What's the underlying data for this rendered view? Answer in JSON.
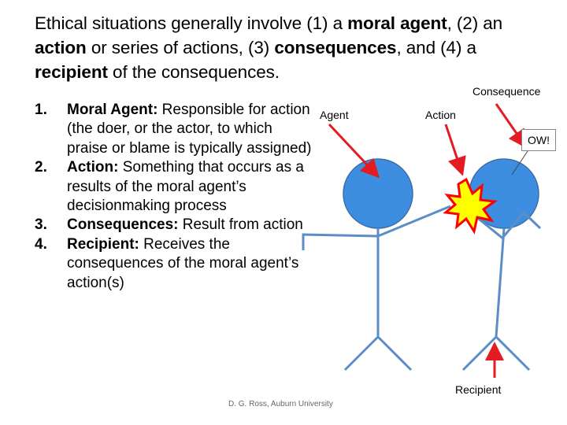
{
  "intro": {
    "t1": "Ethical situations generally involve (1) a ",
    "b1": "moral agent",
    "t2": ", (2) an ",
    "b2": "action",
    "t3": " or series of actions, (3) ",
    "b3": "consequences",
    "t4": ", and (4) a ",
    "b4": "recipient",
    "t5": " of the consequences."
  },
  "list": [
    {
      "num": "1.",
      "term": "Moral Agent:",
      "desc": " Responsible for action (the doer, or the actor, to which praise or blame is typically assigned)"
    },
    {
      "num": "2.",
      "term": "Action:",
      "desc": " Something that occurs as a results of the moral agent’s decisionmaking process"
    },
    {
      "num": "3.",
      "term": "Consequences:",
      "desc": " Result from action"
    },
    {
      "num": "4.",
      "term": "Recipient:",
      "desc": " Receives the consequences of the moral agent’s action(s)"
    }
  ],
  "labels": {
    "agent": "Agent",
    "action": "Action",
    "consequence": "Consequence",
    "ow": "OW!",
    "recipient": "Recipient"
  },
  "footer": "D. G. Ross, Auburn University",
  "colors": {
    "arrow": "#e31b23",
    "head_fill": "#3d8ee0",
    "figure_stroke": "#5b8ec6",
    "burst_fill": "#ffff00",
    "burst_stroke": "#ff0000"
  }
}
